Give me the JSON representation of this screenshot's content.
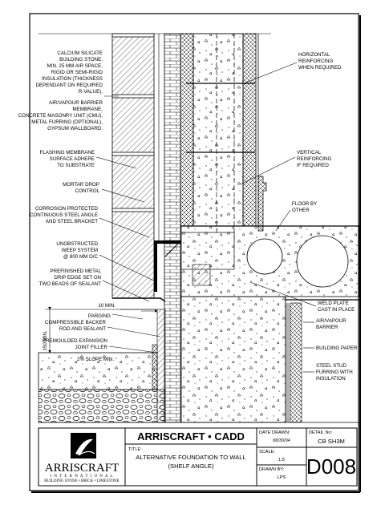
{
  "drawing": {
    "labels_left": [
      "CALCIUM SILICATE",
      "BUILDING STONE,",
      "MIN. 25 MM AIR SPACE,",
      "RIGID OR SEMI-RIGID",
      "INSULATION (THICKNESS",
      "DEPENDANT ON REQUIRED",
      "R-VALUE),",
      "AIR/VAPOUR BARRIER",
      "MEMBRANE,",
      "CONCRETE MASONRY UNIT (CMU),",
      "METAL FURRING (OPTIONAL),",
      "GYPSUM WALLBOARD."
    ],
    "flashing": [
      "FLASHING MEMBRANE",
      "SURFACE ADHERE",
      "TO SUBSTRATE"
    ],
    "mortar_drop": [
      "MORTAR DROP",
      "CONTROL"
    ],
    "steel_angle": [
      "CORROSION PROTECTED",
      "CONTINUOUS STEEL ANGLE",
      "AND STEEL BRACKET"
    ],
    "weep": [
      "UNOBSTRUCTED",
      "WEEP SYSTEM",
      "@ 800 MM O/C"
    ],
    "drip_edge": [
      "PREFINISHED METAL",
      "DRIP EDGE SET ON",
      "TWO BEADS OF SEALANT"
    ],
    "dim_10": "10 MIN.",
    "dim_150": "150 MIN.",
    "parging": "PARGING",
    "backer_rod": [
      "COMPRESSIBLE BACKER",
      "ROD AND SEALANT"
    ],
    "expansion": [
      "PREMOULDED EXPANSION",
      "JOINT FILLER"
    ],
    "slope": "2% SLOPE MIN.",
    "horizontal_reinf": [
      "HORIZONTAL",
      "REINFORCING",
      "WHEN REQUIRED"
    ],
    "vertical_reinf": [
      "VERTICAL",
      "REINFORCING",
      "IF REQUIRED"
    ],
    "floor": [
      "FLOOR BY",
      "OTHER"
    ],
    "weld_plate": [
      "WELD PLATE",
      "CAST IN PLACE"
    ],
    "air_vapour": [
      "AIR/VAPOUR",
      "BARRIER"
    ],
    "building_paper": "BUILDING PAPER",
    "stud_furring": [
      "STEEL STUD",
      "FURRING WITH",
      "INSULATION"
    ]
  },
  "title_block": {
    "brand_name": "ARRISCRAFT",
    "brand_sub1": "I N T E R N A T I O N A L",
    "brand_sub2": "BUILDING STONE • BRICK • LIMESTONE",
    "header": "ARRISCRAFT • CADD",
    "title_label": "TITLE:",
    "title_line1": "ALTERNATIVE FOUNDATION TO WALL",
    "title_line2": "(SHELF ANGLE)",
    "date_label": "DATE DRAWN:",
    "date_value": "08/30/04",
    "scale_label": "SCALE:",
    "scale_value": "1:5",
    "drawn_label": "DRAWN BY:",
    "drawn_value": "LPS",
    "detail_label": "DETAIL No:",
    "detail_value": "CB SH3M",
    "detail_code": "D008"
  }
}
